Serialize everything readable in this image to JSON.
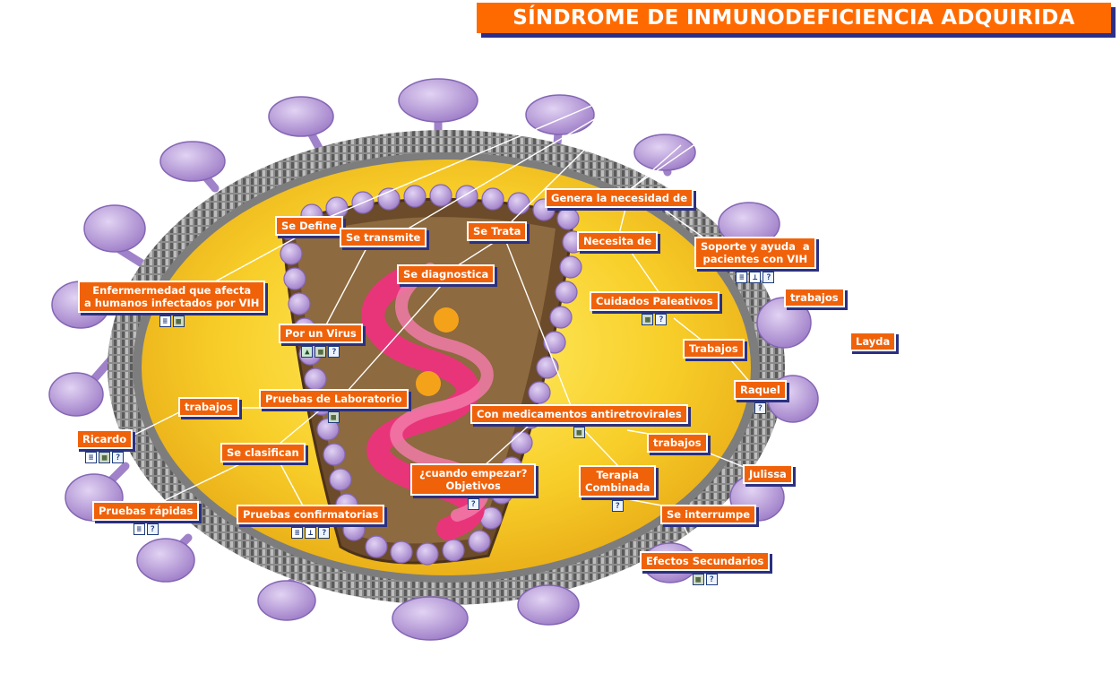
{
  "title": "SÍNDROME DE INMUNODEFICIENCIA ADQUIRIDA",
  "colors": {
    "accent": "#f0620a",
    "shadow": "#2b3080",
    "virus_yellow": "#f6c21a",
    "virus_lilac": "#b79ad6",
    "rna_pink": "#e8357a"
  },
  "nodes": [
    {
      "id": "se_define",
      "label": "Se Define",
      "icons": []
    },
    {
      "id": "se_transmite",
      "label": "Se transmite",
      "icons": []
    },
    {
      "id": "se_trata",
      "label": "Se Trata",
      "icons": []
    },
    {
      "id": "genera",
      "label": "Genera la necesidad de",
      "icons": []
    },
    {
      "id": "necesita",
      "label": "Necesita de",
      "icons": []
    },
    {
      "id": "soporte",
      "label": "Soporte y ayuda  a\npacientes con VIH",
      "icons": [
        "doc",
        "tree",
        "help"
      ]
    },
    {
      "id": "se_diagnostica",
      "label": "Se diagnostica",
      "icons": []
    },
    {
      "id": "enfermedad",
      "label": "Enfermermedad que afecta\na humanos infectados por VIH",
      "icons": [
        "doc",
        "film"
      ]
    },
    {
      "id": "cuidados",
      "label": "Cuidados Paleativos",
      "icons": [
        "film",
        "help"
      ]
    },
    {
      "id": "trabajos_r",
      "label": "trabajos",
      "icons": []
    },
    {
      "id": "por_virus",
      "label": "Por un Virus",
      "icons": [
        "img",
        "film",
        "help"
      ]
    },
    {
      "id": "layda",
      "label": "Layda",
      "icons": []
    },
    {
      "id": "trabajos_cap",
      "label": "Trabajos",
      "icons": []
    },
    {
      "id": "raquel",
      "label": "Raquel",
      "icons": [
        "help"
      ]
    },
    {
      "id": "pruebas_lab",
      "label": "Pruebas de Laboratorio",
      "icons": [
        "film"
      ]
    },
    {
      "id": "trabajos_l",
      "label": "trabajos",
      "icons": []
    },
    {
      "id": "medicamentos",
      "label": "Con medicamentos antiretrovirales",
      "icons": [
        "film"
      ]
    },
    {
      "id": "ricardo",
      "label": "Ricardo",
      "icons": [
        "doc",
        "film",
        "help"
      ]
    },
    {
      "id": "trabajos_m",
      "label": "trabajos",
      "icons": []
    },
    {
      "id": "se_clasifican",
      "label": "Se clasifican",
      "icons": []
    },
    {
      "id": "cuando",
      "label": "¿cuando empezar?\nObjetivos",
      "icons": [
        "help"
      ]
    },
    {
      "id": "terapia",
      "label": "Terapia\nCombinada",
      "icons": [
        "help"
      ]
    },
    {
      "id": "julissa",
      "label": "Julissa",
      "icons": []
    },
    {
      "id": "pruebas_rapidas",
      "label": "Pruebas rápidas",
      "icons": [
        "doc",
        "help"
      ]
    },
    {
      "id": "pruebas_conf",
      "label": "Pruebas confirmatorias",
      "icons": [
        "doc",
        "tree",
        "help"
      ]
    },
    {
      "id": "se_interrumpe",
      "label": "Se interrumpe",
      "icons": []
    },
    {
      "id": "efectos",
      "label": "Efectos Secundarios",
      "icons": [
        "film",
        "help"
      ]
    }
  ]
}
